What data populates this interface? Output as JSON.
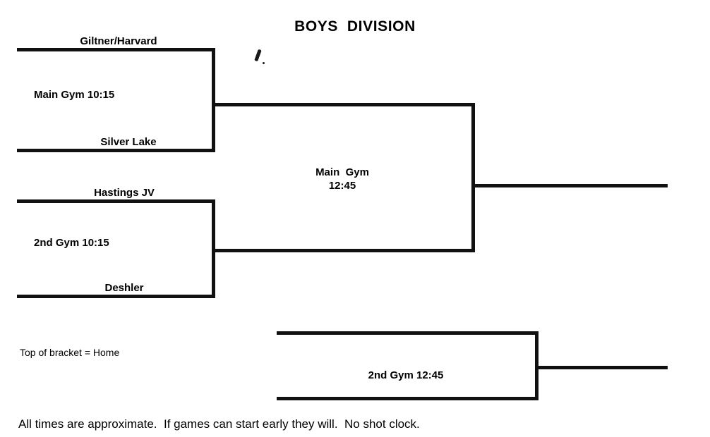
{
  "document": {
    "title": "BOYS  DIVISION"
  },
  "bracket": {
    "round1": [
      {
        "top_team": "Giltner/Harvard",
        "bottom_team": "Silver Lake",
        "game_info": "Main Gym 10:15"
      },
      {
        "top_team": "Hastings JV",
        "bottom_team": "Deshler",
        "game_info": "2nd Gym 10:15"
      }
    ],
    "round2": {
      "game_info_line1": "Main  Gym",
      "game_info_line2": "12:45"
    },
    "consolation": {
      "game_info": "2nd Gym 12:45"
    }
  },
  "notes": {
    "home_rule": "Top of bracket = Home",
    "timing": "All times are approximate.  If games can start early they will.  No shot clock."
  },
  "colors": {
    "ink": "#111111",
    "paper": "#ffffff"
  }
}
